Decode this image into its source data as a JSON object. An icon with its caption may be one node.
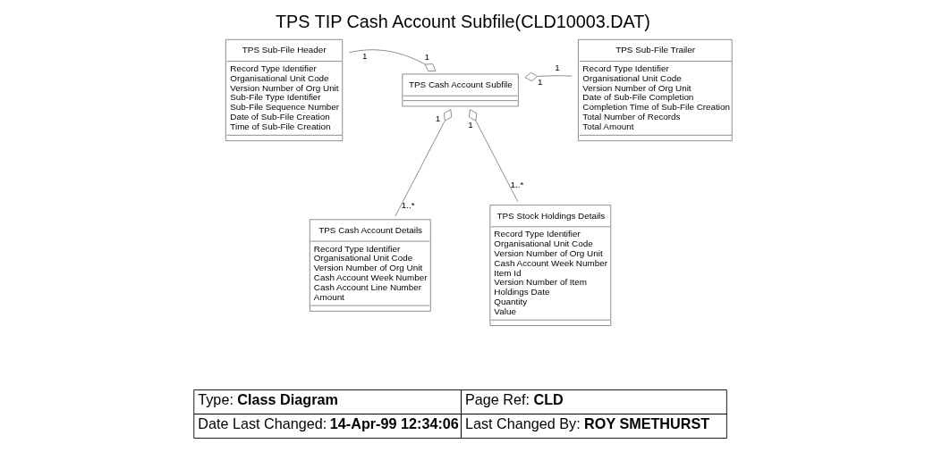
{
  "diagram": {
    "title": "TPS TIP Cash Account Subfile(CLD10003.DAT)",
    "nodes": [
      {
        "text": [
          "TPS Sub-File Header",
          "Record Type Identifier",
          "Organisational Unit Code",
          "Version Number of Org Unit",
          "Sub-File Type Identifier",
          "Sub-File Sequence Number",
          "Date of Sub-File Creation",
          "Time of Sub-File Creation"
        ]
      },
      {
        "text": [
          "TPS Cash Account Subfile"
        ]
      },
      {
        "text": [
          "TPS Sub-File Trailer",
          "Record Type Identifier",
          "Organisational Unit Code",
          "Version Number of Org Unit",
          "Date of Sub-File Completion",
          "Completion Time of Sub-File Creation",
          "Total Number of Records",
          "Total Amount"
        ]
      },
      {
        "text": [
          "TPS Cash Account Details",
          "Record Type Identifier",
          "Organisational Unit Code",
          "Version Number of Org Unit",
          "Cash Account Week Number",
          "Cash Account Line Number",
          "Amount"
        ]
      },
      {
        "text": [
          "TPS Stock Holdings Details",
          "Record Type Identifier",
          "Organisational Unit Code",
          "Version Number of Org Unit",
          "Cash Account Week Number",
          "Item Id",
          "Version Number of Item",
          "Holdings Date",
          "Quantity",
          "Value"
        ]
      }
    ],
    "edges": [
      {
        "from": 1,
        "to": 0,
        "arrow": "other"
      },
      {
        "from": 1,
        "to": 2,
        "arrow": "other"
      },
      {
        "from": 1,
        "to": 3,
        "arrow": "other"
      },
      {
        "from": 1,
        "to": 4,
        "arrow": "other"
      }
    ],
    "labels": [
      "1",
      "1",
      "1",
      "1",
      "1",
      "1",
      "1..*",
      "1..*",
      "Type: **Class Diagram**",
      "Page Ref: **CLD**",
      "Date Last Changed: **14-Apr-99 12:34:06**",
      "Last Changed By: **ROY SMETHURST**"
    ]
  }
}
